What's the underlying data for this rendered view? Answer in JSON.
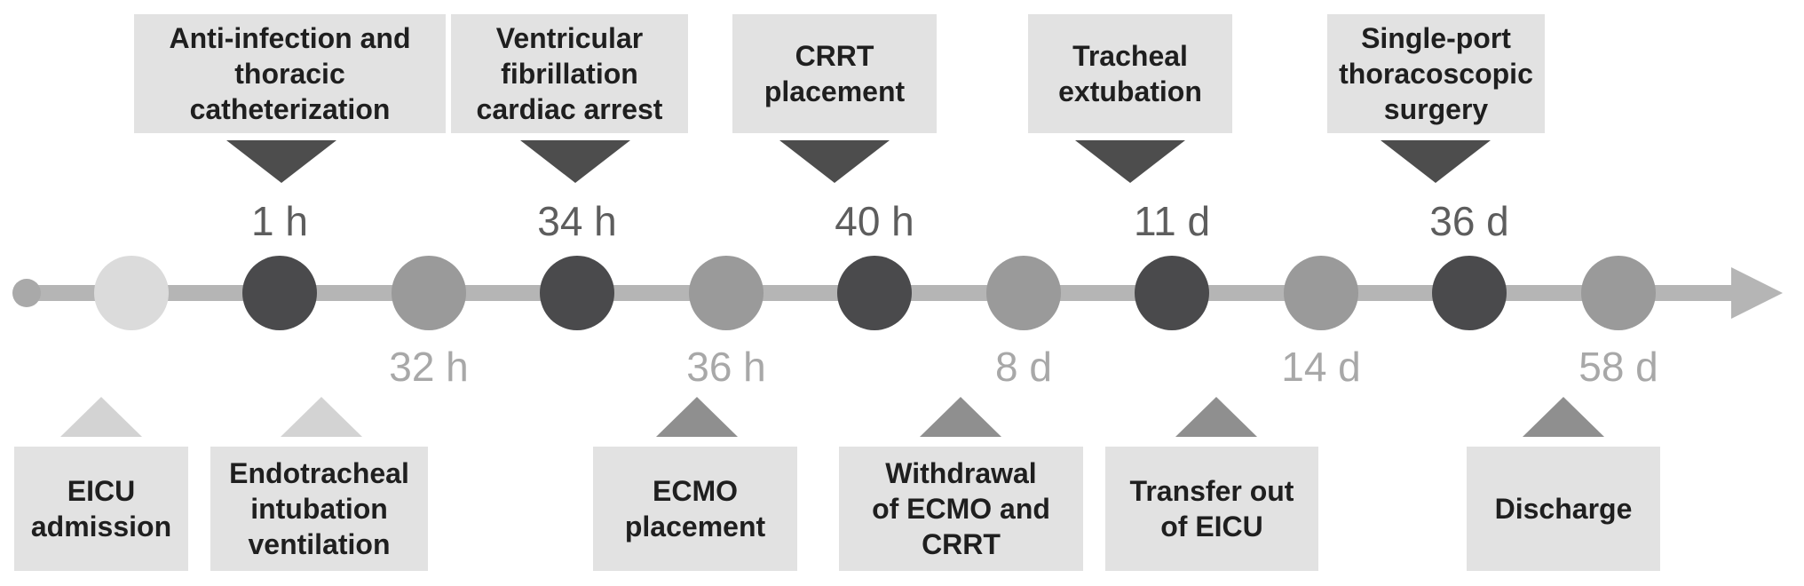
{
  "figure_type": "patient-care-timeline",
  "colors": {
    "node_dark": "#4a4a4c",
    "node_medium": "#9a9a9a",
    "node_light": "#dbdbdb",
    "axis_line": "#b5b5b5",
    "box_fill": "#e2e2e2",
    "box_text": "#1f1f1f",
    "triangle_top": "#4d4d4d",
    "triangle_bottom_medium": "#8f8f8f",
    "triangle_bottom_light": "#d3d3d3",
    "time_label_top": "#5d5d5d",
    "time_label_bottom": "#a8a8a8"
  },
  "timeline": {
    "direction": "left-to-right",
    "node_shades": [
      "light",
      "dark",
      "medium",
      "dark",
      "medium",
      "dark",
      "medium",
      "dark",
      "medium",
      "dark",
      "medium"
    ]
  },
  "top_events": [
    {
      "label": "Anti-infection and\nthoracic\ncatheterization",
      "time": "1 h"
    },
    {
      "label": "Ventricular\nfibrillation\ncardiac arrest",
      "time": "34 h"
    },
    {
      "label": "CRRT\nplacement",
      "time": "40 h"
    },
    {
      "label": "Tracheal\nextubation",
      "time": "11 d"
    },
    {
      "label": "Single-port\nthoracoscopic\nsurgery",
      "time": "36 d"
    }
  ],
  "bottom_events": [
    {
      "label": "EICU\nadmission",
      "time": ""
    },
    {
      "label": "Endotracheal\nintubation\nventilation",
      "time": "32 h"
    },
    {
      "label": "ECMO\nplacement",
      "time": "36 h"
    },
    {
      "label": "Withdrawal\nof ECMO and\nCRRT",
      "time": "8 d"
    },
    {
      "label": "Transfer out\nof EICU",
      "time": "14 d"
    },
    {
      "label": "Discharge",
      "time": "58 d"
    }
  ]
}
